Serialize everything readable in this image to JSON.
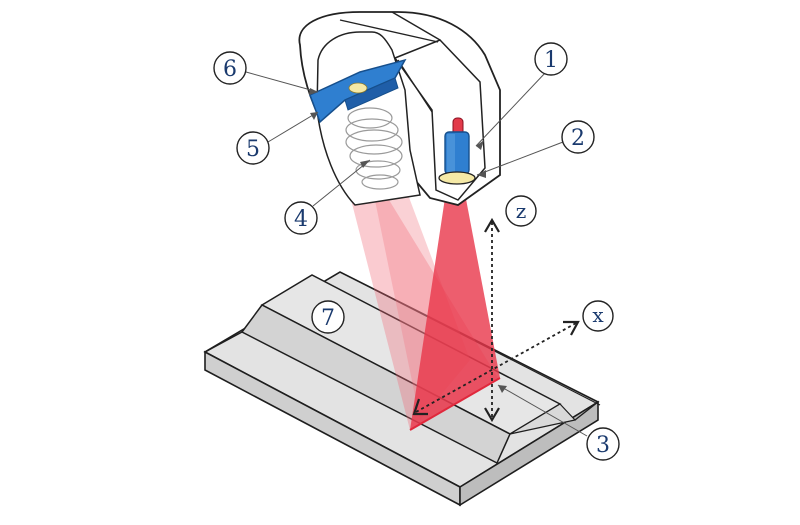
{
  "diagram": {
    "callouts": [
      {
        "label": "1",
        "part": "laser"
      },
      {
        "label": "2",
        "part": "lens"
      },
      {
        "label": "3",
        "part": "laser-line-on-workpiece"
      },
      {
        "label": "4",
        "part": "imaging-lens"
      },
      {
        "label": "5",
        "part": "filter"
      },
      {
        "label": "6",
        "part": "camera-sensor"
      },
      {
        "label": "7",
        "part": "workpiece"
      }
    ],
    "axes": {
      "z": "z",
      "x": "x"
    },
    "colors": {
      "housing_fill": "#ffffff",
      "housing_stroke": "#222222",
      "sensor_blue": "#2f7fd0",
      "laser_red": "#e23a4a",
      "laser_beam": "#e8364a",
      "reflected_beam": "#f08a94",
      "lens_ring": "#f5e9a6",
      "workpiece_top": "#e0e0e0",
      "workpiece_side": "#cfcfcf",
      "callout_text": "#1a3a6e"
    }
  }
}
